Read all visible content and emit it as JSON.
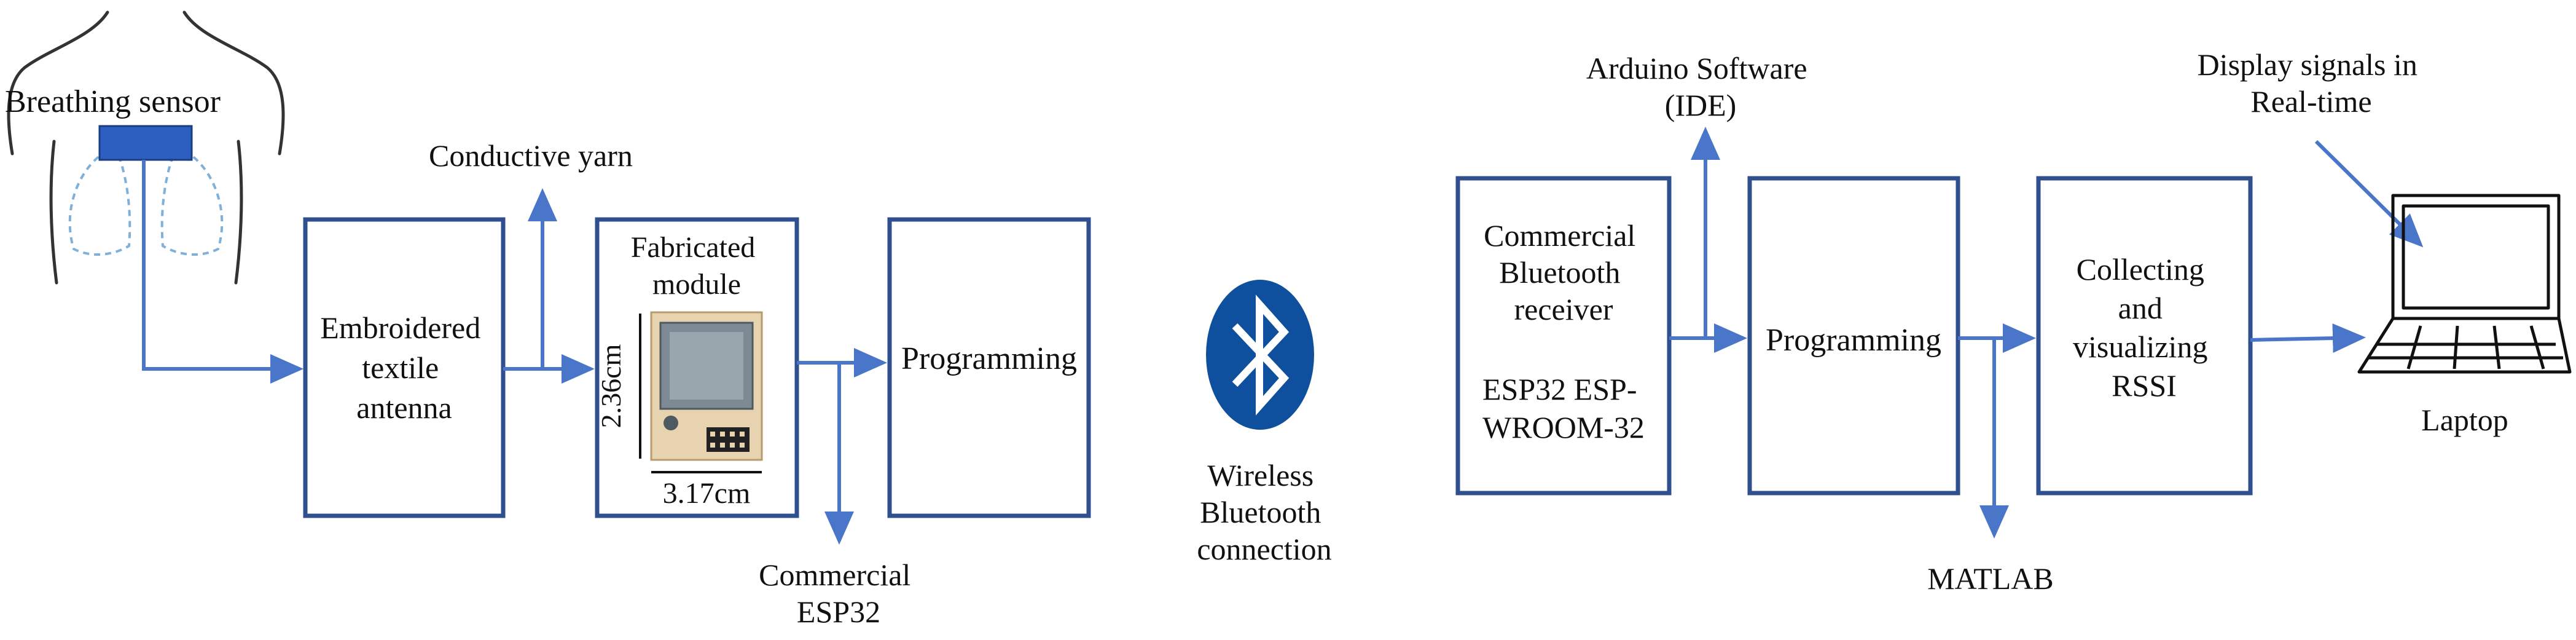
{
  "colors": {
    "box_stroke": "#2f4f8f",
    "arrow": "#4a76c9",
    "sensor_fill": "#2d5fc0",
    "bluetooth_bg": "#0e4f9e",
    "lung_dash": "#7fb0d9",
    "module_board": "#e8d3b0",
    "module_chip": "#7d8a93"
  },
  "left": {
    "sensor_label": "Breathing sensor",
    "conductive_yarn": "Conductive yarn",
    "antenna_box": [
      "Embroidered",
      "textile",
      "antenna"
    ],
    "module_title": [
      "Fabricated",
      "module"
    ],
    "module_height": "2.36cm",
    "module_width": "3.17cm",
    "commercial_esp32": [
      "Commercial",
      "ESP32"
    ],
    "programming": "Programming"
  },
  "middle": {
    "bluetooth_icon": "bluetooth-icon",
    "wireless_label": [
      "Wireless",
      "Bluetooth",
      "connection"
    ]
  },
  "right": {
    "arduino_label": [
      "Arduino Software",
      "(IDE)"
    ],
    "receiver_box": [
      "Commercial",
      "Bluetooth",
      "receiver"
    ],
    "receiver_model": [
      "ESP32 ESP-",
      "WROOM-32"
    ],
    "programming": "Programming",
    "matlab": "MATLAB",
    "rssi_box": [
      "Collecting",
      "and",
      "visualizing",
      "RSSI"
    ],
    "display_label": [
      "Display signals in",
      "Real-time"
    ],
    "laptop_label": "Laptop",
    "laptop_icon": "laptop-icon"
  }
}
